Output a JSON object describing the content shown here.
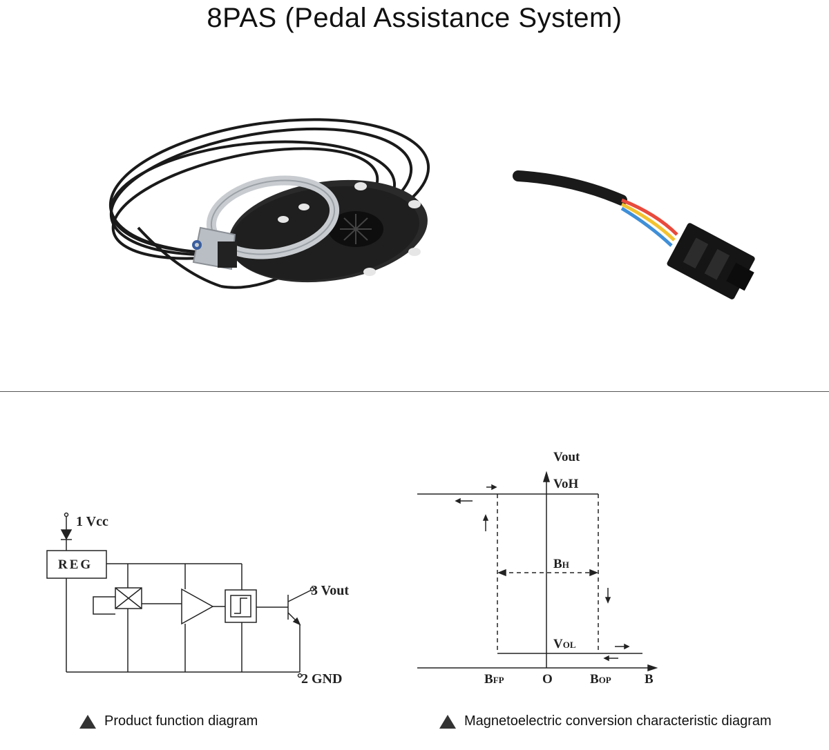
{
  "title": "8PAS (Pedal Assistance System)",
  "function_diagram": {
    "vcc_label": "1  Vcc",
    "reg_label": "REG",
    "vout_label": "3  Vout",
    "gnd_label": "2  GND"
  },
  "characteristic_diagram": {
    "vout_axis": "Vout",
    "voh": "VoH",
    "bh": "B",
    "bh_sub": "H",
    "vol": "V",
    "vol_sub": "OL",
    "brp": "B",
    "brp_sub": "FP",
    "origin": "O",
    "bop": "B",
    "bop_sub": "OP",
    "b_axis": "B"
  },
  "captions": {
    "left": "Product function diagram",
    "right": "Magnetoelectric conversion characteristic diagram"
  },
  "colors": {
    "cable": "#1a1a1a",
    "disc": "#2a2a2a",
    "bracket": "#c8ccd0",
    "wire_red": "#e84a3c",
    "wire_yellow": "#f2c230",
    "wire_blue": "#3f8fd8"
  }
}
